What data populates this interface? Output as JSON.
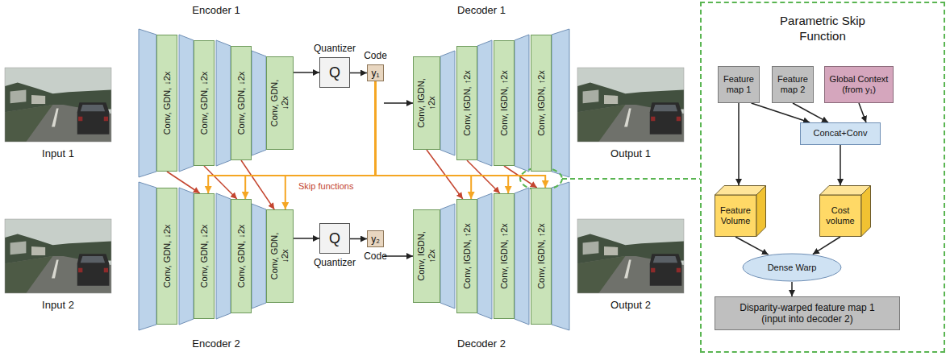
{
  "diagram": {
    "nodes": [
      {
        "text": [
          "Conv, GDN, ↓2x"
        ]
      },
      {
        "text": [
          "Conv, GDN, ↓2x"
        ]
      },
      {
        "text": [
          "Conv, GDN, ↓2x"
        ]
      },
      {
        "text": [
          "Conv, GDN, ↓2x"
        ]
      },
      {
        "text": [
          "Quantizer",
          "Q"
        ]
      },
      {
        "text": [
          "Code",
          "y₁"
        ]
      },
      {
        "text": [
          "Conv, IGDN, ↑2x"
        ]
      },
      {
        "text": [
          "Conv, IGDN, ↑2x"
        ]
      },
      {
        "text": [
          "Conv, IGDN, ↑2x"
        ]
      },
      {
        "text": [
          "Conv, IGDN, ↑2x"
        ]
      },
      {
        "text": [
          "Conv, GDN, ↓2x"
        ]
      },
      {
        "text": [
          "Conv, GDN, ↓2x"
        ]
      },
      {
        "text": [
          "Conv, GDN, ↓2x"
        ]
      },
      {
        "text": [
          "Conv, GDN, ↓2x"
        ]
      },
      {
        "text": [
          "Q",
          "Quantizer"
        ]
      },
      {
        "text": [
          "y₂",
          "Code"
        ]
      },
      {
        "text": [
          "Conv, IGDN, ↑2x"
        ]
      },
      {
        "text": [
          "Conv, IGDN, ↑2x"
        ]
      },
      {
        "text": [
          "Conv, IGDN, ↑2x"
        ]
      },
      {
        "text": [
          "Conv, IGDN, ↑2x"
        ]
      },
      {
        "text": [
          "Parametric Skip Function"
        ]
      },
      {
        "text": [
          "Feature map 1"
        ],
        "in": 20
      },
      {
        "text": [
          "Feature map 2"
        ],
        "in": 20
      },
      {
        "text": [
          "Global Context (from y₁)"
        ],
        "in": 20
      },
      {
        "text": [
          "Concat+Conv"
        ],
        "in": 20
      },
      {
        "text": [
          "Feature Volume"
        ],
        "in": 20
      },
      {
        "text": [
          "Cost volume"
        ],
        "in": 20
      },
      {
        "text": [
          "Dense Warp"
        ],
        "in": 20
      },
      {
        "text": [
          "Disparity-warped feature map 1 (input into decoder 2)"
        ],
        "in": 20
      }
    ],
    "edges": [
      {
        "from": 3,
        "to": 4,
        "arrow": "to"
      },
      {
        "from": 4,
        "to": 5,
        "arrow": "to"
      },
      {
        "from": 5,
        "to": 6,
        "arrow": "to"
      },
      {
        "from": 13,
        "to": 14,
        "arrow": "to"
      },
      {
        "from": 14,
        "to": 15,
        "arrow": "to"
      },
      {
        "from": 15,
        "to": 16,
        "arrow": "to"
      },
      {
        "from": 0,
        "to": 11,
        "arrow": "to"
      },
      {
        "from": 1,
        "to": 12,
        "arrow": "to"
      },
      {
        "from": 2,
        "to": 13,
        "arrow": "to"
      },
      {
        "from": 6,
        "to": 17,
        "arrow": "to"
      },
      {
        "from": 7,
        "to": 18,
        "arrow": "to"
      },
      {
        "from": 8,
        "to": 19,
        "arrow": "to"
      },
      {
        "from": 5,
        "to": 11,
        "arrow": "to"
      },
      {
        "from": 5,
        "to": 12,
        "arrow": "to"
      },
      {
        "from": 5,
        "to": 13,
        "arrow": "to"
      },
      {
        "from": 5,
        "to": 17,
        "arrow": "to"
      },
      {
        "from": 5,
        "to": 18,
        "arrow": "to"
      },
      {
        "from": 5,
        "to": 19,
        "arrow": "to"
      },
      {
        "from": 21,
        "to": 25,
        "arrow": "to"
      },
      {
        "from": 21,
        "to": 24,
        "arrow": "to"
      },
      {
        "from": 22,
        "to": 24,
        "arrow": "to"
      },
      {
        "from": 23,
        "to": 24,
        "arrow": "to"
      },
      {
        "from": 24,
        "to": 26,
        "arrow": "to"
      },
      {
        "from": 25,
        "to": 27,
        "arrow": "to"
      },
      {
        "from": 26,
        "to": 27,
        "arrow": "to"
      },
      {
        "from": 27,
        "to": 28,
        "arrow": "to"
      }
    ],
    "labels": [
      "Encoder 1",
      "Decoder 1",
      "Input 1",
      "Output 1",
      "Skip functions",
      "Input 2",
      "Output 2",
      "Encoder 2",
      "Decoder 2"
    ]
  }
}
